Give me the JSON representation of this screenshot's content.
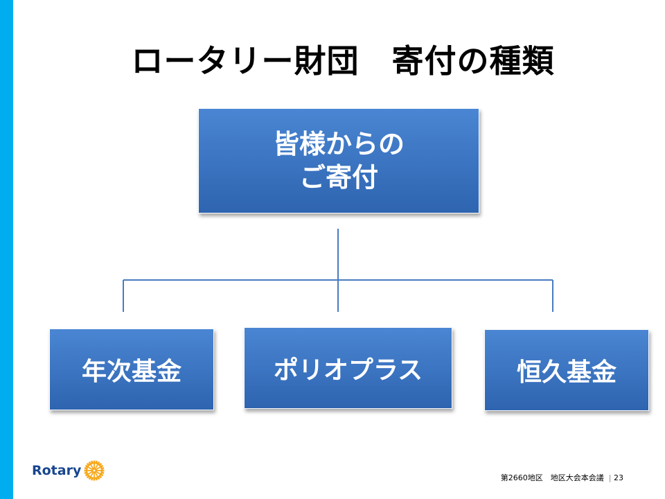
{
  "slide": {
    "title": "ロータリー財団　寄付の種類",
    "page_number": "23"
  },
  "diagram": {
    "root": {
      "line1": "皆様からの",
      "line2": "ご寄付"
    },
    "children": [
      {
        "label": "年次基金"
      },
      {
        "label": "ポリオプラス"
      },
      {
        "label": "恒久基金"
      }
    ]
  },
  "footer": {
    "event": "第2660地区　地区大会本会議",
    "separator": "|",
    "page": "23"
  },
  "logo": {
    "wordmark": "Rotary"
  },
  "colors": {
    "left_bar": "#00ADEF",
    "box_fill_top": "#4a86d3",
    "box_fill_bottom": "#2e64b0",
    "connector": "#4a7bbf",
    "logo_text": "#17458F",
    "logo_wheel": "#F7A81B"
  }
}
